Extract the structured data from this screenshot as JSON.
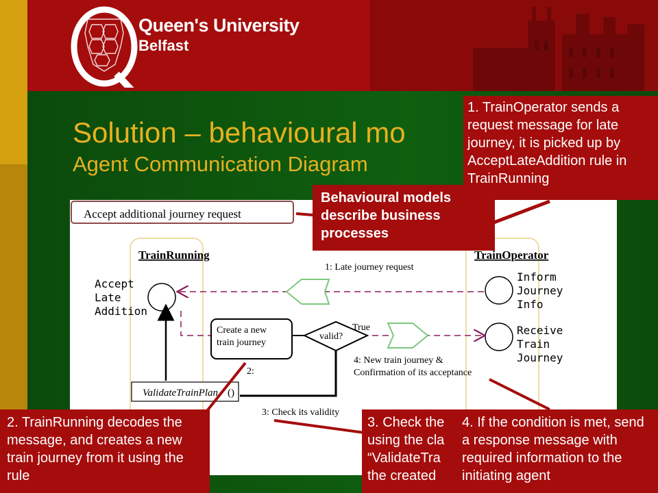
{
  "header": {
    "logo_line1": "Queen's University",
    "logo_line2": "Belfast"
  },
  "slide": {
    "title": "Solution – behavioural mo",
    "subtitle": "Agent Communication Diagram"
  },
  "diagram": {
    "frame_label": "Accept additional journey request",
    "agent_left": "TrainRunning",
    "agent_right": "TrainOperator",
    "rule_left_lines": [
      "Accept",
      "Late",
      "Addition"
    ],
    "rule_right1_lines": [
      "Inform",
      "Journey",
      "Info"
    ],
    "rule_right2_lines": [
      "Receive",
      "Train",
      "Journey"
    ],
    "msg1": "1: Late journey request",
    "action_box_lines": [
      "Create a new",
      "train journey"
    ],
    "decision": "valid?",
    "true_label": "True",
    "msg2": "2:",
    "msg3": "3: Check its validity",
    "msg4_lines": [
      "4: New train journey &",
      "Confirmation of its acceptance"
    ],
    "plan_label": "ValidateTrainPlan",
    "plan_suffix": "()"
  },
  "callouts": {
    "c1": "1. TrainOperator sends a request message for late journey, it is picked up by AcceptLateAddition rule in TrainRunning",
    "bm": "Behavioural models describe business processes",
    "c2": "2. TrainRunning decodes the message, and creates a new train journey from it using the rule",
    "c3_lines": [
      "3. Check the",
      "using the cla",
      "“ValidateTra",
      "the created"
    ],
    "c4": "4. If the condition is met, send a response message with required information to the initiating agent"
  },
  "colors": {
    "header_red": "#a50c0c",
    "body_green": "#0f5f0f",
    "title_gold": "#e8b020",
    "side_gold": "#d4a010",
    "dash_purple": "#8b1a5a"
  }
}
